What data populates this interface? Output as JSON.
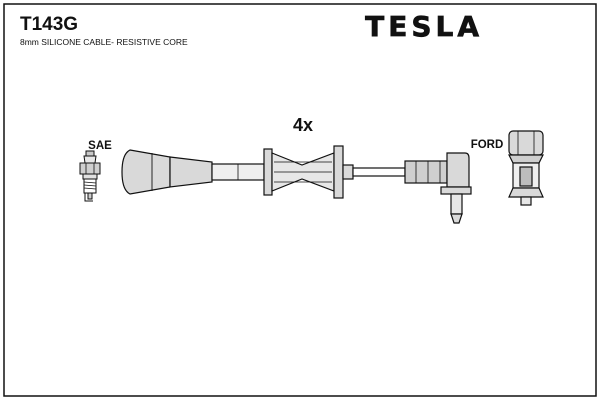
{
  "document": {
    "part_number": "T143G",
    "description": "8mm SILICONE CABLE- RESISTIVE CORE",
    "brand": "TESLA",
    "quantity": "4x",
    "labels": {
      "left_connector": "SAE",
      "right_connector": "FORD"
    }
  },
  "colors": {
    "line": "#111111",
    "background": "#ffffff",
    "fill_light": "#dcdcdc",
    "fill_mid": "#c9c9c9"
  }
}
